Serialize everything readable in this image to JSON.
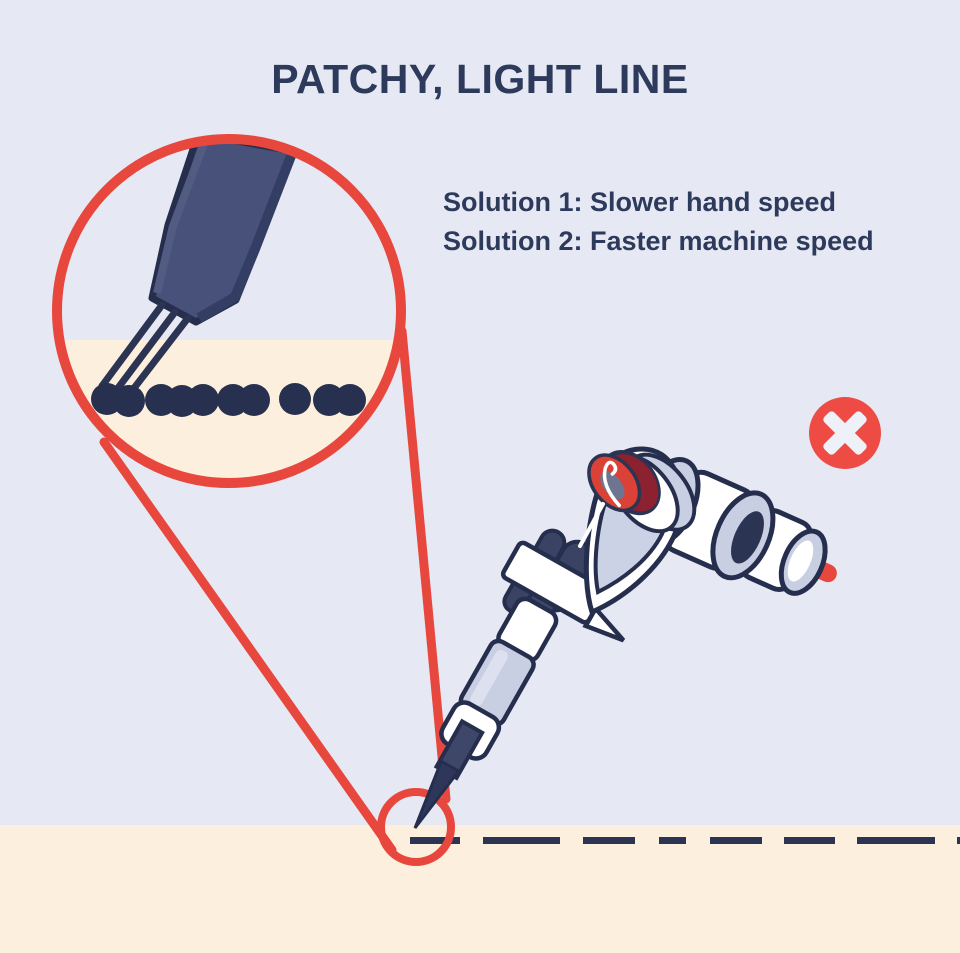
{
  "title": "PATCHY, LIGHT LINE",
  "solutions": {
    "line1": "Solution 1: Slower hand speed",
    "line2": "Solution 2: Faster machine speed"
  },
  "icons": {
    "magnifier": "zoom-callout-circle",
    "error_badge": "x-circle-icon",
    "machine": "tattoo-machine-icon",
    "needle": "needle-tip-icon",
    "ink_dots": "patchy-ink-dots",
    "skin_line": "dashed-tattoo-line"
  },
  "colors": {
    "background": "#e6e9f3",
    "skin": "#fdefdd",
    "ink_navy": "#2b3453",
    "outline_navy": "#262e4e",
    "slate": "#47517a",
    "accent_red": "#e8473d",
    "badge_red": "#ee4b45",
    "dark_red": "#8c2130",
    "machine_lavender": "#c9cfe2",
    "white": "#ffffff"
  }
}
